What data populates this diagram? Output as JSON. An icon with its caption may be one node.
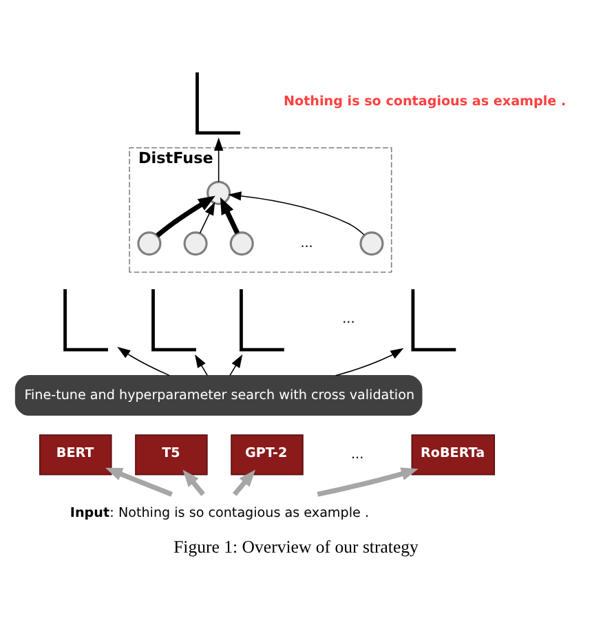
{
  "diagram": {
    "caption": "Figure 1: Overview of our strategy",
    "nodes": [
      {
        "text": [],
        "shape": "picture",
        "beside": [
          "Nothing is so contagious as example ."
        ]
      },
      {
        "text": [
          "DistFuse"
        ]
      },
      {
        "text": [],
        "shape": "circle",
        "in": 1
      },
      {
        "text": [],
        "shape": "circle",
        "in": 1
      },
      {
        "text": [],
        "shape": "circle",
        "in": 1
      },
      {
        "text": [],
        "shape": "circle",
        "in": 1
      },
      {
        "text": [],
        "shape": "circle",
        "in": 1
      },
      {
        "text": [],
        "shape": "picture"
      },
      {
        "text": [],
        "shape": "picture"
      },
      {
        "text": [],
        "shape": "picture"
      },
      {
        "text": [],
        "shape": "picture"
      },
      {
        "text": [
          "Fine-tune and hyperparameter search with cross validation"
        ]
      },
      {
        "text": [
          "BERT"
        ]
      },
      {
        "text": [
          "T5"
        ]
      },
      {
        "text": [
          "GPT-2"
        ]
      },
      {
        "text": [
          "RoBERTa"
        ]
      },
      {
        "text": [
          "**Input**: Nothing is so contagious as example ."
        ]
      }
    ],
    "edges": [
      {
        "from": 2,
        "to": 0,
        "arrow": "to"
      },
      {
        "from": 3,
        "to": 2,
        "arrow": "to",
        "style": "thick"
      },
      {
        "from": 4,
        "to": 2,
        "arrow": "to"
      },
      {
        "from": 5,
        "to": 2,
        "arrow": "to",
        "style": "thick"
      },
      {
        "from": 6,
        "to": 2,
        "arrow": "to"
      },
      {
        "from": 11,
        "to": 7,
        "arrow": "to"
      },
      {
        "from": 11,
        "to": 8,
        "arrow": "to"
      },
      {
        "from": 11,
        "to": 9,
        "arrow": "to"
      },
      {
        "from": 11,
        "to": 10,
        "arrow": "to"
      },
      {
        "from": 16,
        "to": 12,
        "arrow": "to",
        "style": "thick",
        "color": "#a6a6a6"
      },
      {
        "from": 16,
        "to": 13,
        "arrow": "to",
        "style": "thick",
        "color": "#a6a6a6"
      },
      {
        "from": 16,
        "to": 14,
        "arrow": "to",
        "style": "thick",
        "color": "#a6a6a6"
      },
      {
        "from": 16,
        "to": 15,
        "arrow": "to",
        "style": "thick",
        "color": "#a6a6a6"
      }
    ],
    "labels": [
      "...",
      "...",
      "..."
    ]
  }
}
